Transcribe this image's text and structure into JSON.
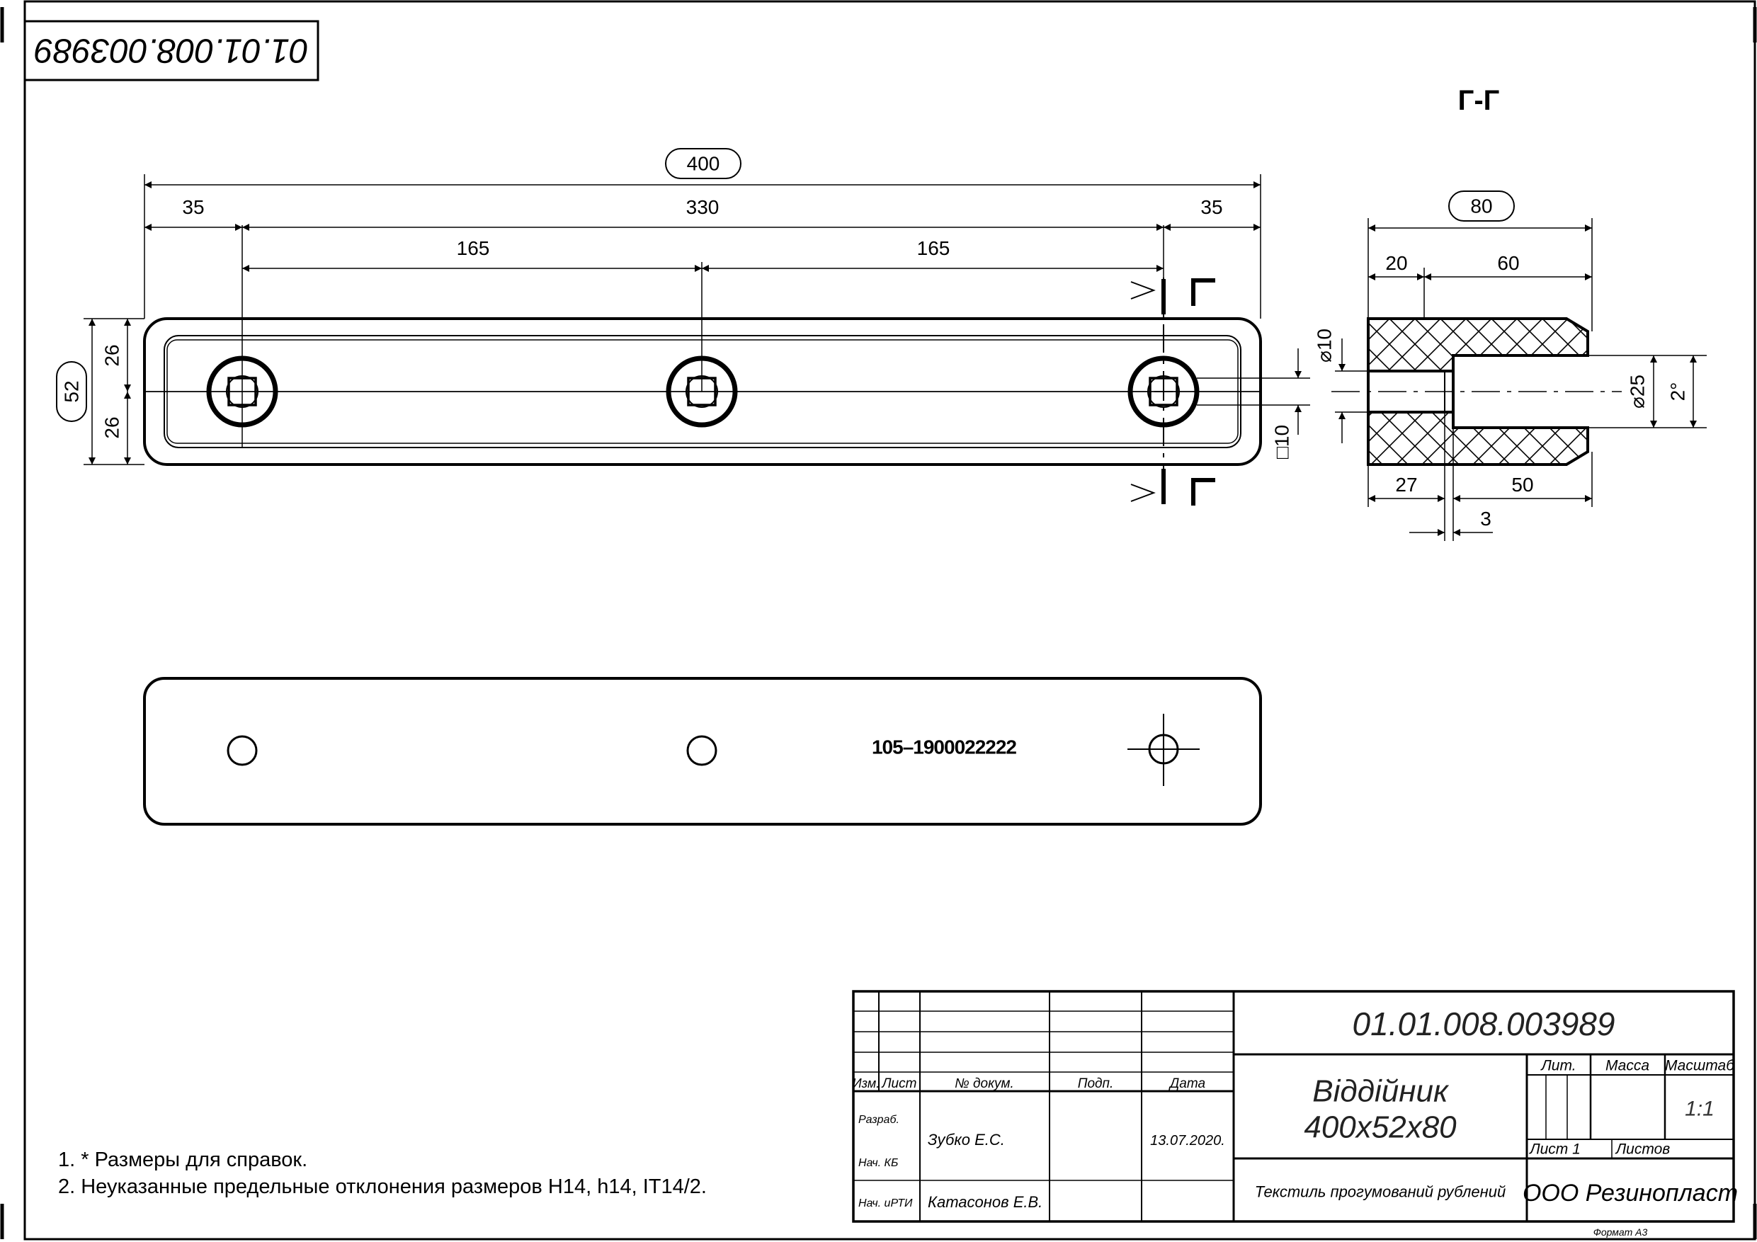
{
  "stamp": {
    "rotated_code": "01.01.008.003989",
    "code": "01.01.008.003989",
    "title_line1": "Віддійник",
    "title_line2": "400х52х80",
    "material": "Текстиль прогумований рублений",
    "company": "ООО Резинопласт",
    "scale": "1:1",
    "col_izm": "Изм.",
    "col_list": "Лист",
    "col_docnum": "№ докум.",
    "col_sign": "Подп.",
    "col_date": "Дата",
    "row_razrab": "Разраб.",
    "row_nach_kb": "Нач. КБ",
    "row_nach_urti": "Нач. иРТИ",
    "razrab_name": "Зубко Е.С.",
    "urti_name": "Катасонов Е.В.",
    "date": "13.07.2020.",
    "col_lit": "Лит.",
    "col_mass": "Масса",
    "col_scale": "Масштаб",
    "sheet": "Лист 1",
    "sheets": "Листов",
    "format": "Формат А3"
  },
  "section": {
    "label": "Г-Г",
    "marker": "Г"
  },
  "dimensions": {
    "overall_length": "400",
    "edge_left": "35",
    "center_span": "330",
    "edge_right": "35",
    "half_left": "165",
    "half_right": "165",
    "height_total": "52",
    "height_top": "26",
    "height_bottom": "26",
    "hole_dia": "⌀10",
    "square": "□10",
    "section_width": "80",
    "section_20": "20",
    "section_60": "60",
    "bore_dia": "⌀25",
    "taper": "2°",
    "depth_27": "27",
    "depth_50": "50",
    "gap_3": "3"
  },
  "part_marking": "105–1900022222",
  "notes": [
    "1. * Размеры для справок.",
    "2. Неуказанные предельные отклонения размеров Н14,  h14, IT14/2."
  ]
}
